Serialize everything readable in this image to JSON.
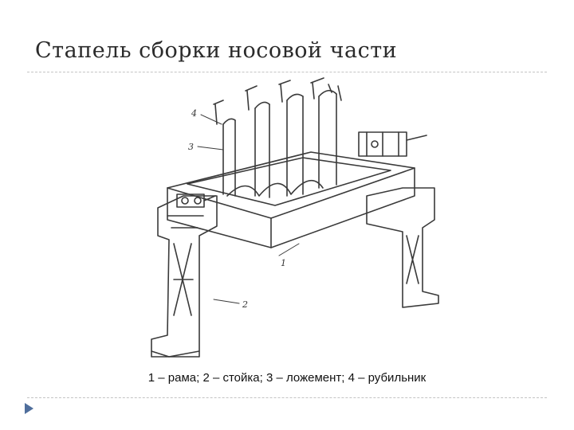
{
  "slide": {
    "title": "Стапель сборки носовой части",
    "caption": "1 – рама; 2 – стойка; 3 – ложемент; 4 – рубильник"
  },
  "figure": {
    "labels": [
      "1",
      "2",
      "3",
      "4"
    ]
  }
}
